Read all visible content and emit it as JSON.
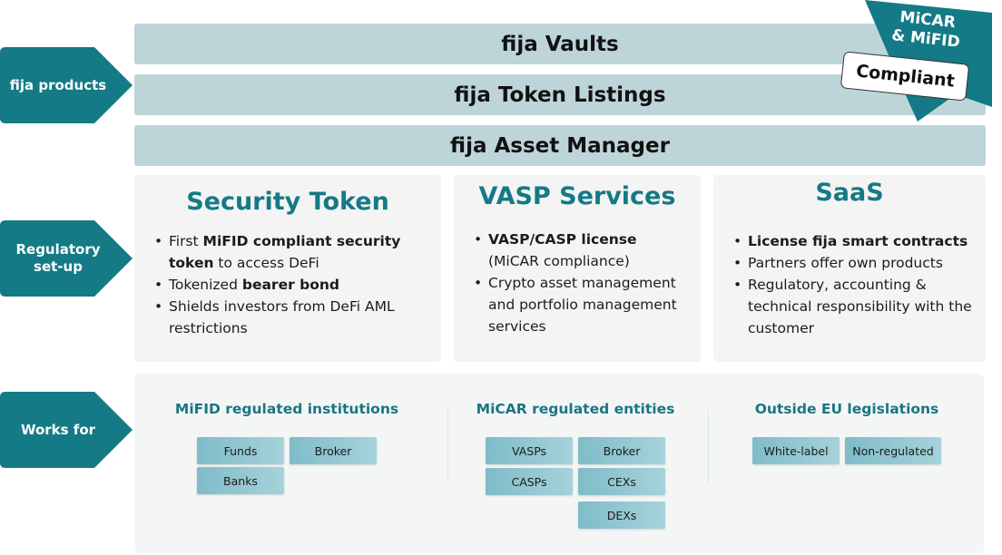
{
  "side_labels": {
    "products": "fija products",
    "regulatory_line1": "Regulatory",
    "regulatory_line2": "set-up",
    "works_for": "Works for"
  },
  "products": {
    "vaults": "fija Vaults",
    "token_listings": "fija Token Listings",
    "asset_manager": "fija Asset Manager"
  },
  "badge": {
    "line1": "MiCAR",
    "line2": "& MiFID",
    "pill": "Compliant"
  },
  "cards": {
    "security_token": {
      "title": "Security Token",
      "b1_pre": "First ",
      "b1_bold": "MiFID compliant security token",
      "b1_post": " to access DeFi",
      "b2_pre": "Tokenized ",
      "b2_bold": "bearer bond",
      "b3": "Shields investors from DeFi AML restrictions"
    },
    "vasp": {
      "title": "VASP Services",
      "b1_bold": "VASP/CASP license",
      "b1_post": " (MiCAR compliance)",
      "b2": "Crypto asset management and portfolio management services"
    },
    "saas": {
      "title": "SaaS",
      "b1_bold": "License fija smart contracts",
      "b2": "Partners offer own products",
      "b3": "Regulatory, accounting & technical responsibility with the customer"
    }
  },
  "works_for": {
    "mifid": {
      "title": "MiFID regulated institutions",
      "chips": [
        "Funds",
        "Broker",
        "Banks"
      ]
    },
    "micar": {
      "title": "MiCAR regulated entities",
      "chips": [
        "VASPs",
        "Broker",
        "CASPs",
        "CEXs",
        "DEXs"
      ]
    },
    "outside": {
      "title": "Outside EU legislations",
      "chips": [
        "White-label",
        "Non-regulated"
      ]
    }
  },
  "colors": {
    "teal_dark": "#147a85",
    "teal_bar": "#bdd5d9",
    "card_bg": "#f4f4f4"
  }
}
